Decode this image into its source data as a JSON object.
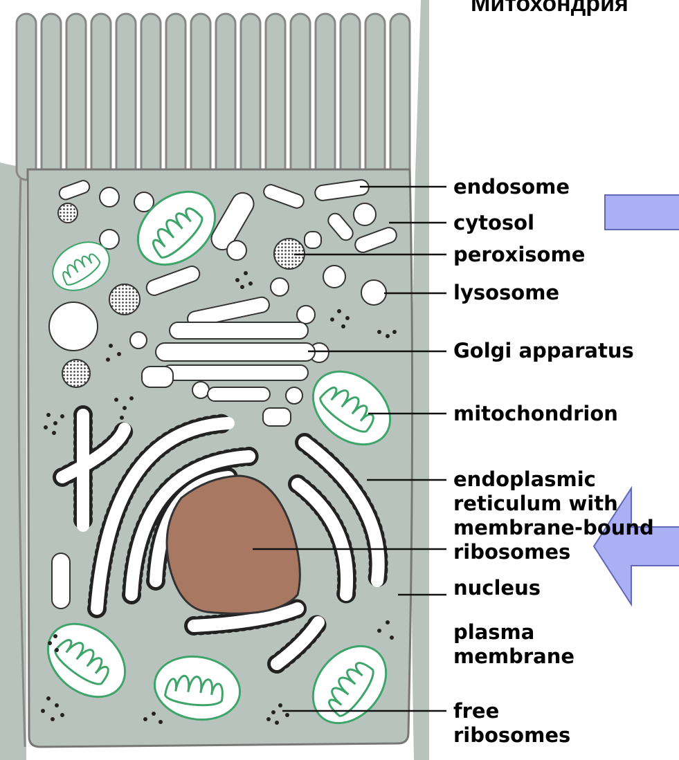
{
  "title": "Митохондрия",
  "colors": {
    "cytosol": "#b9c3bd",
    "nucleus": "#a97863",
    "mitochondrion": "#3ea56a",
    "arrow_fill": "#aab0f3",
    "arrow_stroke": "#6066b9"
  },
  "labels": {
    "endosome": "endosome",
    "cytosol": "cytosol",
    "peroxisome": "peroxisome",
    "lysosome": "lysosome",
    "golgi": "Golgi apparatus",
    "mitochondrion": "mitochondrion",
    "er_line1": "endoplasmic",
    "er_line2": "reticulum with",
    "er_line3": "membrane-bound",
    "er_line4": "ribosomes",
    "nucleus": "nucleus",
    "plasma_line1": "plasma",
    "plasma_line2": "membrane",
    "free_line1": "free",
    "free_line2": "ribosomes"
  },
  "icons": [
    "right-arrow-box-icon",
    "left-arrow-icon"
  ]
}
